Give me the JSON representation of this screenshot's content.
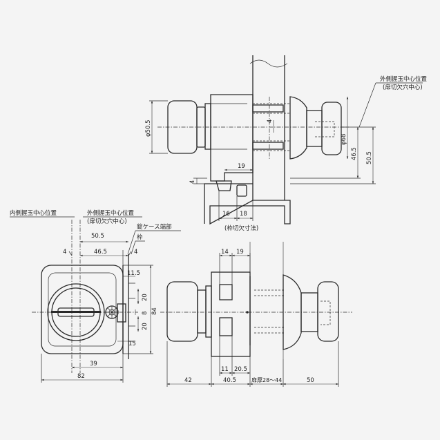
{
  "top_view": {
    "label_outer_center": "外側握玉中心位置",
    "label_door_hole": "(扉切欠穴中心)",
    "dim_phi50_5": "φ50.5",
    "dim_phi68": "φ68",
    "dim_4a": "4",
    "dim_46_5": "46.5",
    "dim_50_5": "50.5",
    "dim_19": "19",
    "dim_4b": "4",
    "dim_16": "16",
    "dim_18": "18",
    "label_frame_cut": "(枠切欠寸法)"
  },
  "front_view": {
    "label_inner_center": "内側握玉中心位置",
    "label_outer_center": "外側握玉中心位置",
    "label_door_hole": "(扉切欠穴中心)",
    "label_case_end": "錠ケース端部",
    "label_frame": "枠",
    "dim_50_5": "50.5",
    "dim_4a": "4",
    "dim_46_5": "46.5",
    "dim_4b": "4",
    "dim_11_5": "11.5",
    "dim_20a": "20",
    "dim_8": "8",
    "dim_84": "84",
    "dim_20b": "20",
    "dim_15": "15",
    "dim_39": "39",
    "dim_82": "82"
  },
  "side_view": {
    "dim_14": "14",
    "dim_19": "19",
    "dim_11": "11",
    "dim_20_5": "20.5",
    "dim_42": "42",
    "dim_40_5": "40.5",
    "dim_door": "扉厚28～44",
    "dim_50": "50"
  }
}
